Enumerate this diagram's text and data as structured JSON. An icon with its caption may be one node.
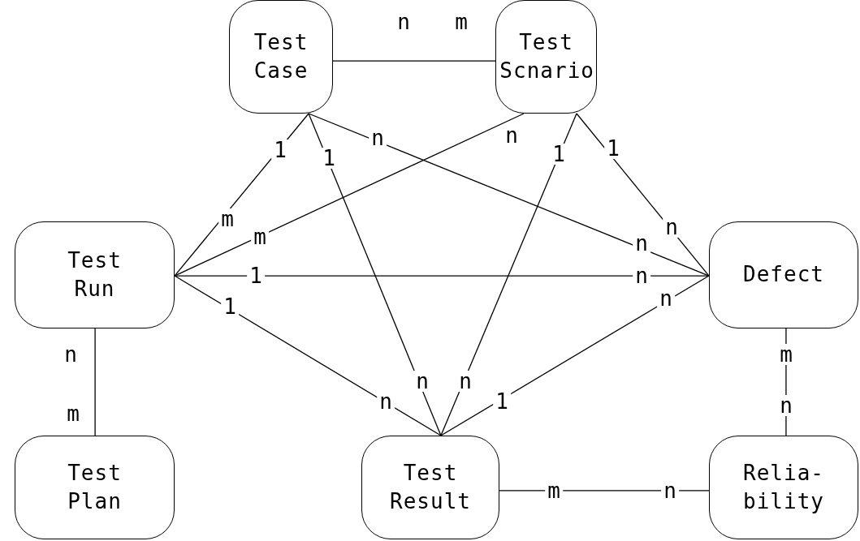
{
  "diagram": {
    "nodes": [
      {
        "text": [
          "Test Case"
        ]
      },
      {
        "text": [
          "Test Scnario"
        ]
      },
      {
        "text": [
          "Test Run"
        ]
      },
      {
        "text": [
          "Defect"
        ]
      },
      {
        "text": [
          "Test Plan"
        ]
      },
      {
        "text": [
          "Test Result"
        ]
      },
      {
        "text": [
          "Relia- bility"
        ]
      }
    ],
    "edges": [
      {
        "from": 0,
        "to": 1,
        "arrow": "none"
      },
      {
        "from": 0,
        "to": 2,
        "arrow": "none"
      },
      {
        "from": 0,
        "to": 5,
        "arrow": "none"
      },
      {
        "from": 0,
        "to": 3,
        "arrow": "none"
      },
      {
        "from": 1,
        "to": 2,
        "arrow": "none"
      },
      {
        "from": 1,
        "to": 5,
        "arrow": "none"
      },
      {
        "from": 1,
        "to": 3,
        "arrow": "none"
      },
      {
        "from": 2,
        "to": 3,
        "arrow": "none"
      },
      {
        "from": 2,
        "to": 5,
        "arrow": "none"
      },
      {
        "from": 2,
        "to": 4,
        "arrow": "none"
      },
      {
        "from": 3,
        "to": 5,
        "arrow": "none"
      },
      {
        "from": 3,
        "to": 6,
        "arrow": "none"
      },
      {
        "from": 5,
        "to": 6,
        "arrow": "none"
      }
    ],
    "labels": [
      "n",
      "m",
      "n",
      "1",
      "n",
      "1",
      "1",
      "1",
      "m",
      "n",
      "m",
      "n",
      "1",
      "n",
      "1",
      "n",
      "n",
      "m",
      "n",
      "n",
      "n",
      "1",
      "m",
      "n",
      "m",
      "n"
    ]
  }
}
